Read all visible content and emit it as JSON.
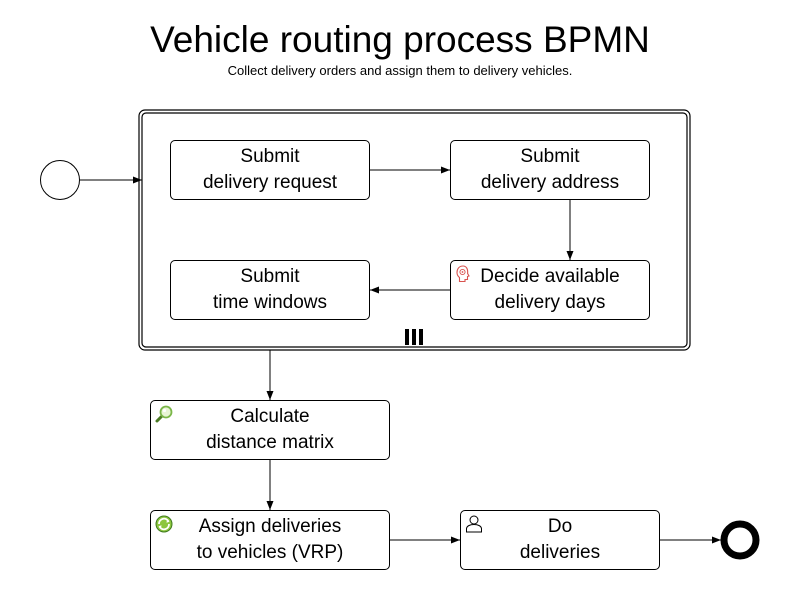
{
  "title": "Vehicle routing process BPMN",
  "subtitle": "Collect delivery orders and assign them to delivery vehicles.",
  "subprocess": {
    "marker": "parallel-multi-instance-icon",
    "tasks": {
      "submit_request": {
        "label": "Submit\ndelivery request",
        "icon": null
      },
      "submit_address": {
        "label": "Submit\ndelivery address",
        "icon": null
      },
      "decide_days": {
        "label": "Decide available\ndelivery days",
        "icon": "business-rule-icon"
      },
      "submit_windows": {
        "label": "Submit\ntime windows",
        "icon": null
      }
    }
  },
  "tasks": {
    "calculate_matrix": {
      "label": "Calculate\ndistance matrix",
      "icon": "magnifier-icon"
    },
    "assign_vrp": {
      "label": "Assign deliveries\nto vehicles (VRP)",
      "icon": "optimization-icon"
    },
    "do_deliveries": {
      "label": "Do\ndeliveries",
      "icon": "user-icon"
    }
  },
  "events": {
    "start": "start-event",
    "end": "end-event"
  },
  "colors": {
    "stroke": "#000000",
    "fill": "#ffffff",
    "magnifier_green": "#7ab648",
    "optimization_green": "#5aa02c",
    "rule_red": "#d9534f"
  }
}
